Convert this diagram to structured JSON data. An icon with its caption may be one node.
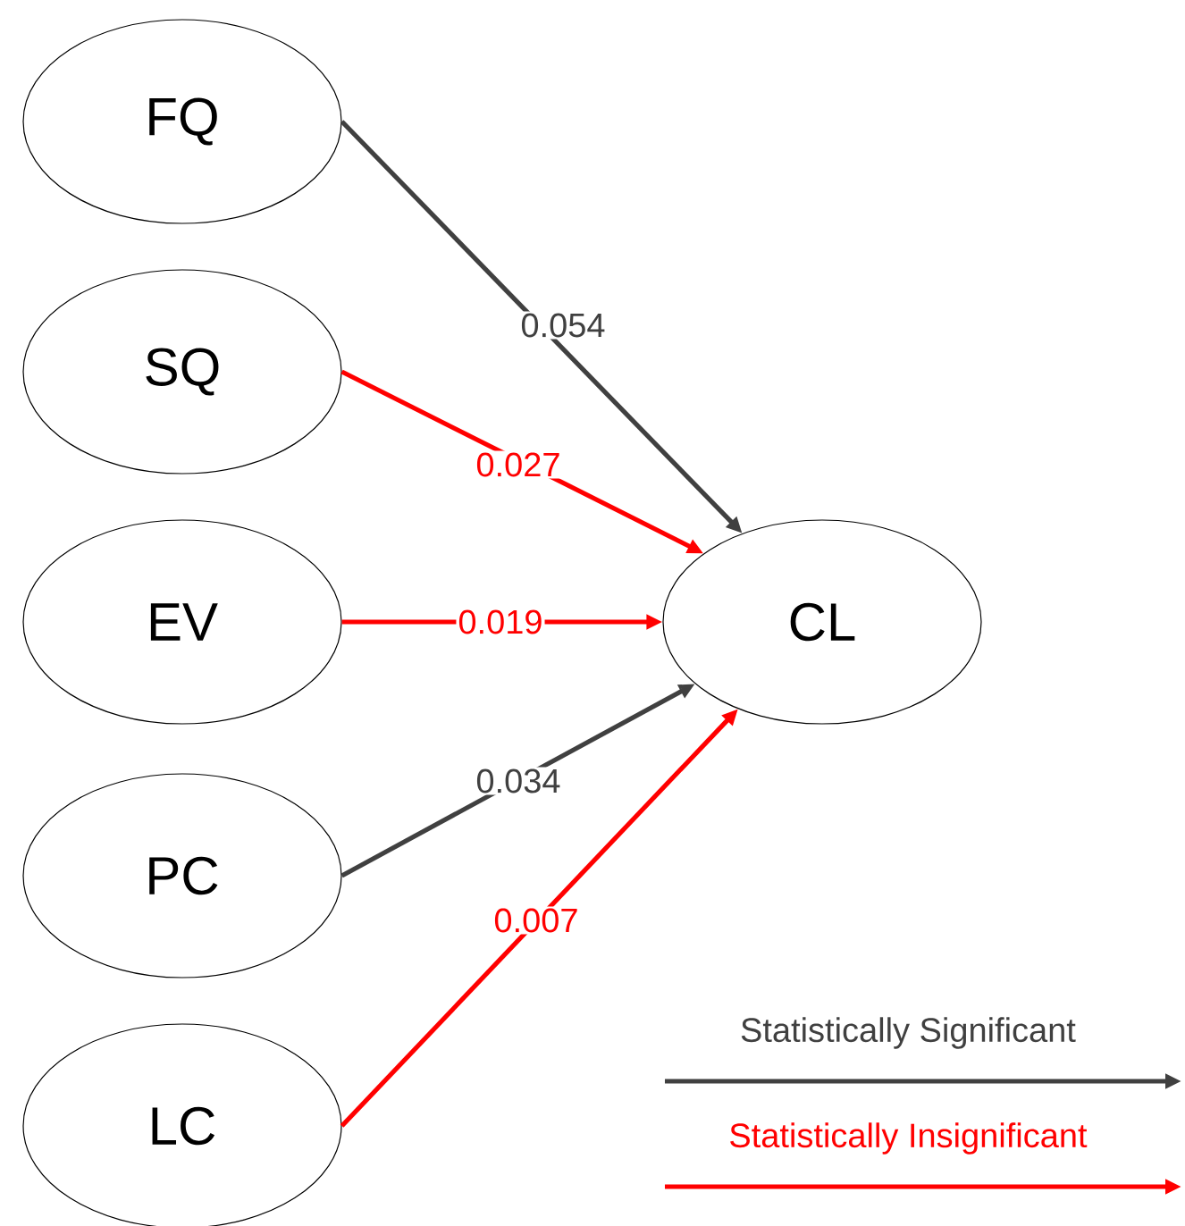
{
  "diagram": {
    "nodes": [
      {
        "text": [
          "FQ"
        ]
      },
      {
        "text": [
          "SQ"
        ]
      },
      {
        "text": [
          "EV"
        ]
      },
      {
        "text": [
          "PC"
        ]
      },
      {
        "text": [
          "LC"
        ]
      },
      {
        "text": [
          "CL"
        ]
      }
    ],
    "edges": [
      {
        "from": 0,
        "to": 5,
        "arrow": "to",
        "label": "0.054",
        "color": "#404040"
      },
      {
        "from": 1,
        "to": 5,
        "arrow": "to",
        "label": "0.027",
        "color": "#ff0000"
      },
      {
        "from": 2,
        "to": 5,
        "arrow": "to",
        "label": "0.019",
        "color": "#ff0000"
      },
      {
        "from": 3,
        "to": 5,
        "arrow": "to",
        "label": "0.034",
        "color": "#404040"
      },
      {
        "from": 4,
        "to": 5,
        "arrow": "to",
        "label": "0.007",
        "color": "#ff0000"
      }
    ],
    "legend": [
      {
        "text": "Statistically Significant",
        "color": "#404040"
      },
      {
        "text": "Statistically Insignificant",
        "color": "#ff0000"
      }
    ]
  }
}
